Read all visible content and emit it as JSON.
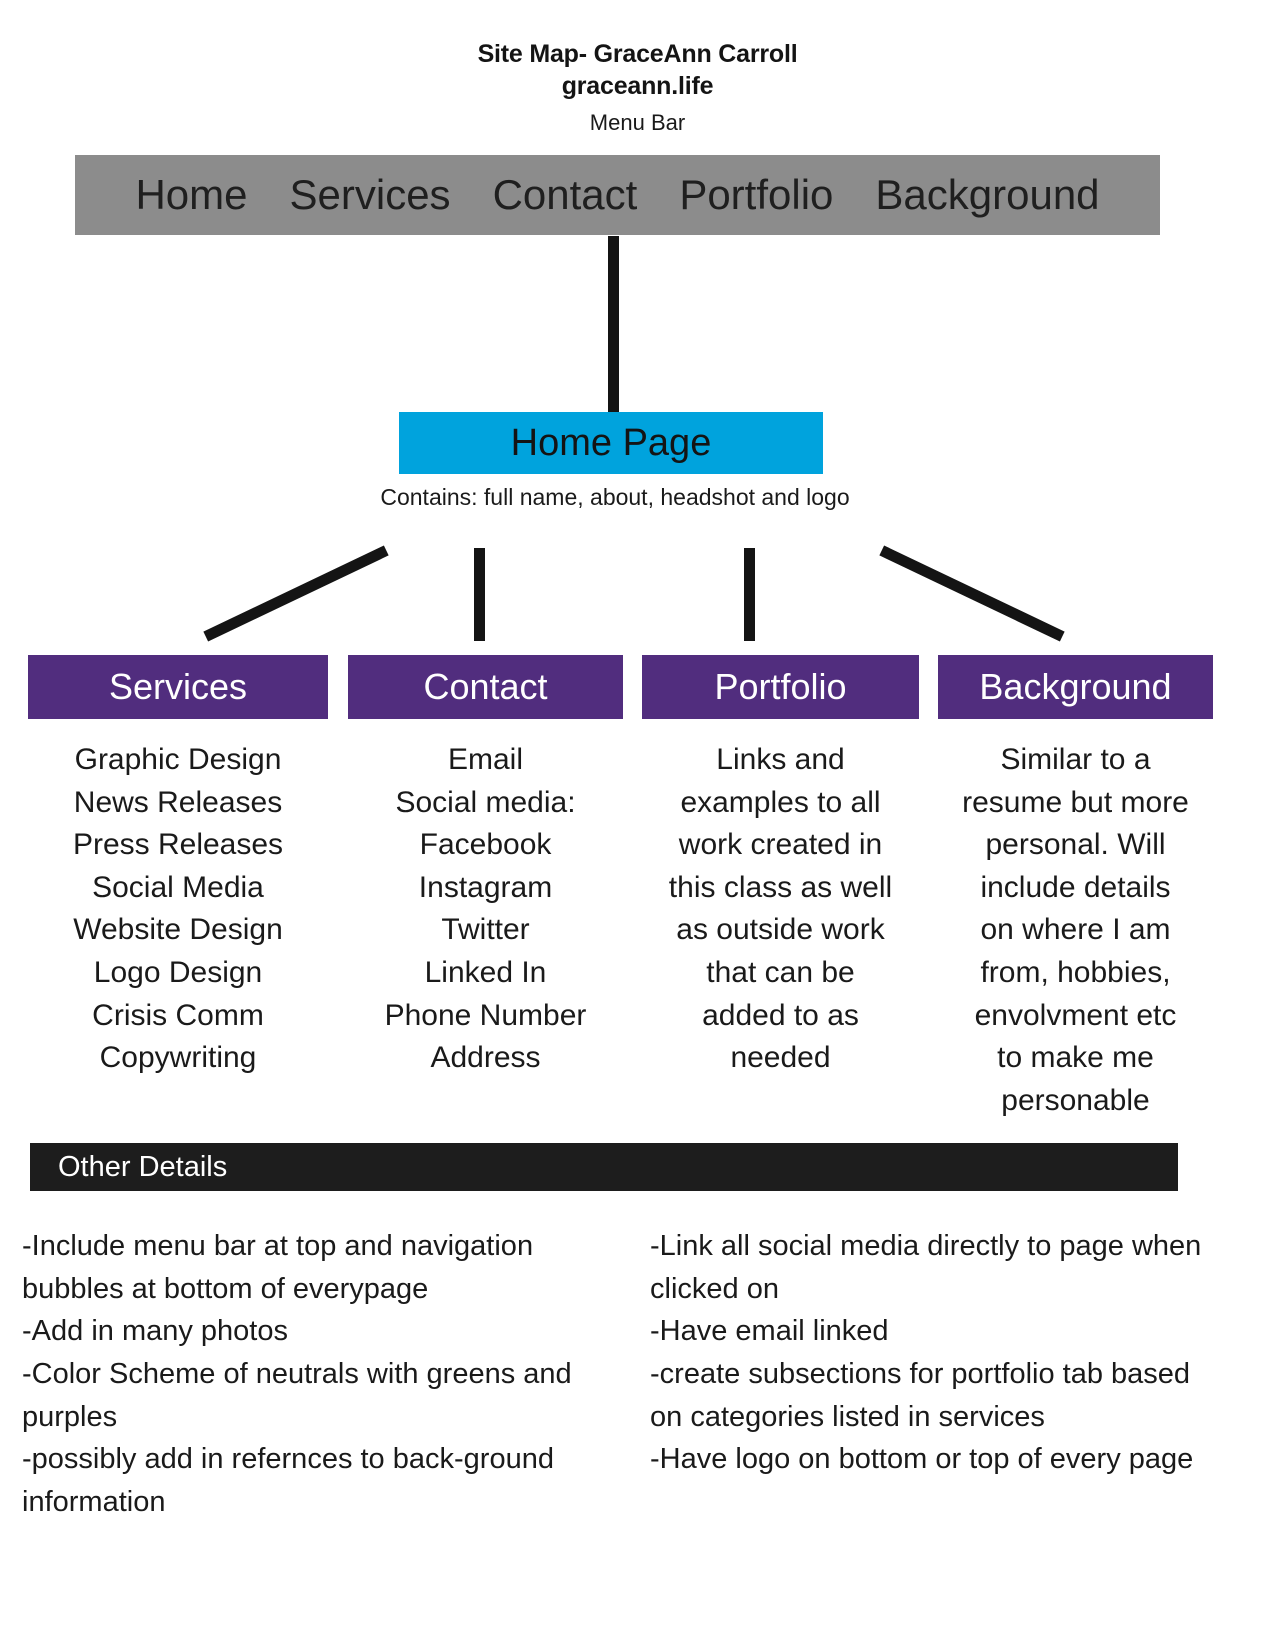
{
  "header": {
    "title": "Site Map- GraceAnn Carroll",
    "site_url": "graceann.life",
    "subtitle": "Menu Bar"
  },
  "menu_bar": {
    "items": [
      {
        "label": "Home"
      },
      {
        "label": "Services"
      },
      {
        "label": "Contact"
      },
      {
        "label": "Portfolio"
      },
      {
        "label": "Background"
      }
    ],
    "background_color": "#8c8c8c"
  },
  "home_node": {
    "label": "Home Page",
    "caption": "Contains: full name, about, headshot and logo",
    "color": "#00a3dd"
  },
  "categories": [
    {
      "title": "Services",
      "wrapped": false,
      "lines": [
        "Graphic Design",
        "News Releases",
        "Press Releases",
        "Social Media",
        "Website Design",
        "Logo Design",
        "Crisis Comm",
        "Copywriting"
      ]
    },
    {
      "title": "Contact",
      "wrapped": false,
      "lines": [
        "Email",
        "Social media:",
        "Facebook",
        "Instagram",
        "Twitter",
        "Linked In",
        "Phone Number",
        "Address"
      ]
    },
    {
      "title": "Portfolio",
      "wrapped": false,
      "lines": [
        "Links and",
        "examples to all",
        "work created in",
        "this class as well",
        "as outside work",
        "that can be",
        "added to as",
        "needed"
      ]
    },
    {
      "title": "Background",
      "wrapped": false,
      "lines": [
        "Similar to a",
        "resume but more",
        "personal. Will",
        "include details",
        "on where I am",
        "from, hobbies,",
        "envolvment etc",
        "to make me",
        "personable"
      ]
    }
  ],
  "other_details": {
    "heading": "Other Details",
    "bar_color": "#1d1d1d",
    "left_items": [
      "-Include menu bar at top and navigation bubbles at bottom of everypage",
      "-Add in many photos",
      "-Color Scheme of neutrals with greens and purples",
      "-possibly add in refernces to back-ground information"
    ],
    "right_items": [
      "-Link all social media directly to page when clicked on",
      "-Have email linked",
      "-create subsections for portfolio tab based on categories listed in services",
      "-Have logo on bottom or top of every page"
    ]
  },
  "colors": {
    "accent_purple": "#512d7e",
    "accent_cyan": "#00a3dd",
    "menu_gray": "#8c8c8c",
    "bar_black": "#1d1d1d",
    "connector": "#141414"
  }
}
